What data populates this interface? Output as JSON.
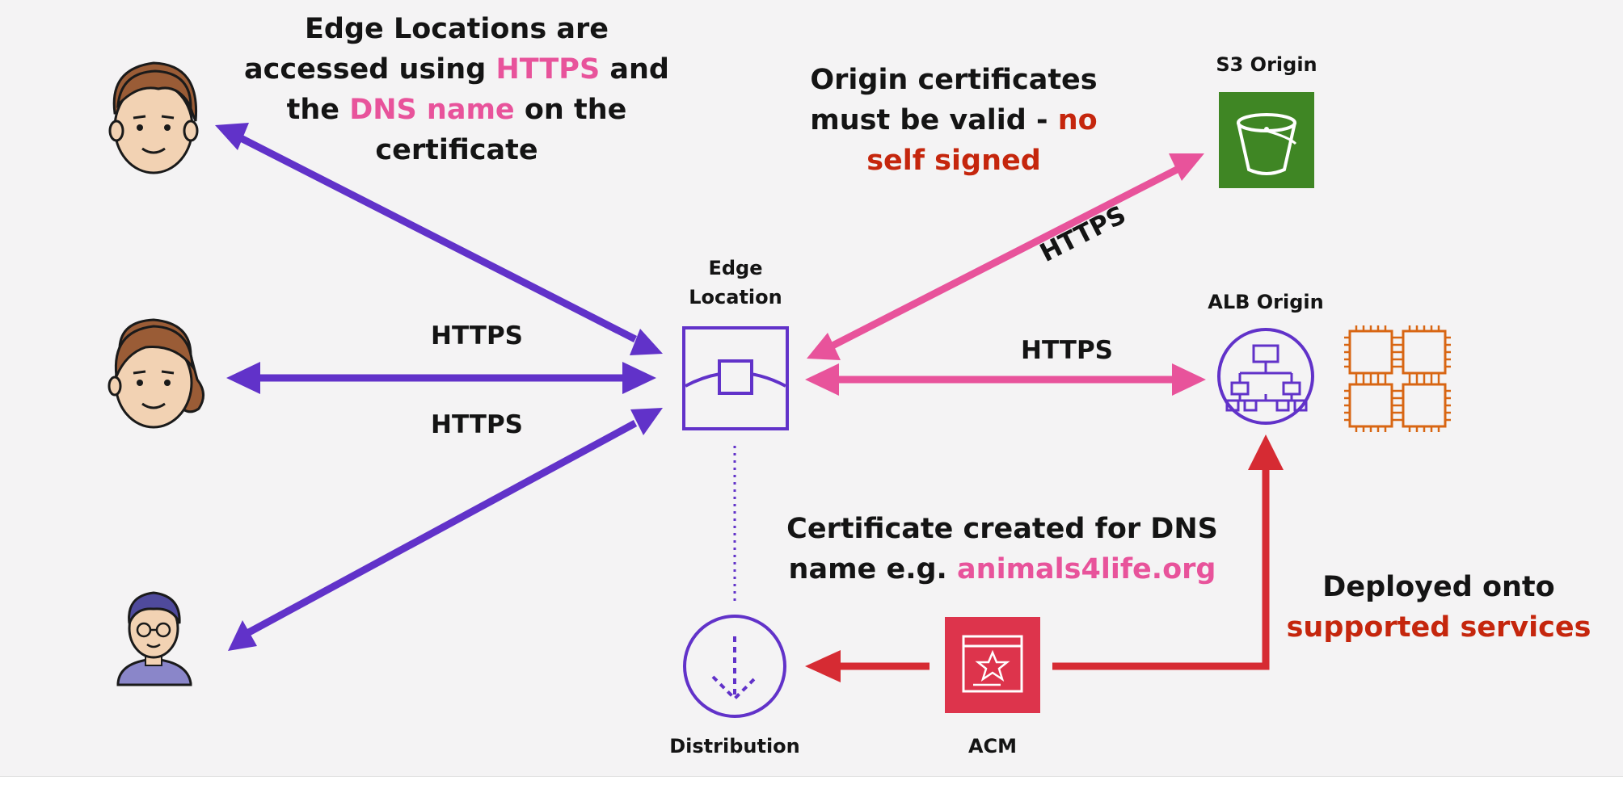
{
  "colors": {
    "background": "#f4f3f4",
    "purple": "#6132c9",
    "pink": "#e8539b",
    "red": "#d62b33",
    "text_red": "#c5260d",
    "s3_green": "#3f8624",
    "acm_red": "#dd344c",
    "ec2_orange": "#d86613"
  },
  "icons": {
    "user_top": "man-avatar-icon",
    "user_middle": "woman-avatar-icon",
    "user_bottom": "man-with-glasses-avatar-icon",
    "edge_location": "edge-location-icon",
    "distribution": "distribution-icon",
    "s3": "s3-bucket-icon",
    "alb": "load-balancer-icon",
    "ec2": "ec2-instance-icon",
    "acm": "certificate-manager-icon"
  },
  "annotations": {
    "edge_note": {
      "l1": "Edge Locations are",
      "l2a": "accessed using ",
      "l2b": "HTTPS",
      "l2c": " and",
      "l3a": "the ",
      "l3b": "DNS name",
      "l3c": " on the",
      "l4": "certificate"
    },
    "origin_note": {
      "l1": "Origin certificates",
      "l2a": "must be valid - ",
      "l2b": "no",
      "l3": "self signed"
    },
    "cert_note": {
      "l1": "Certificate created for DNS",
      "l2a": "name e.g. ",
      "l2b": "animals4life.org"
    },
    "deploy_note": {
      "l1": "Deployed onto",
      "l2": "supported services"
    }
  },
  "arrows": {
    "https_middle": "HTTPS",
    "https_lower": "HTTPS",
    "https_s3": "HTTPS",
    "https_alb": "HTTPS"
  },
  "nodes": {
    "edge_location": {
      "l1": "Edge",
      "l2": "Location"
    },
    "s3_origin": "S3 Origin",
    "alb_origin": "ALB Origin",
    "distribution": "Distribution",
    "acm": "ACM"
  }
}
